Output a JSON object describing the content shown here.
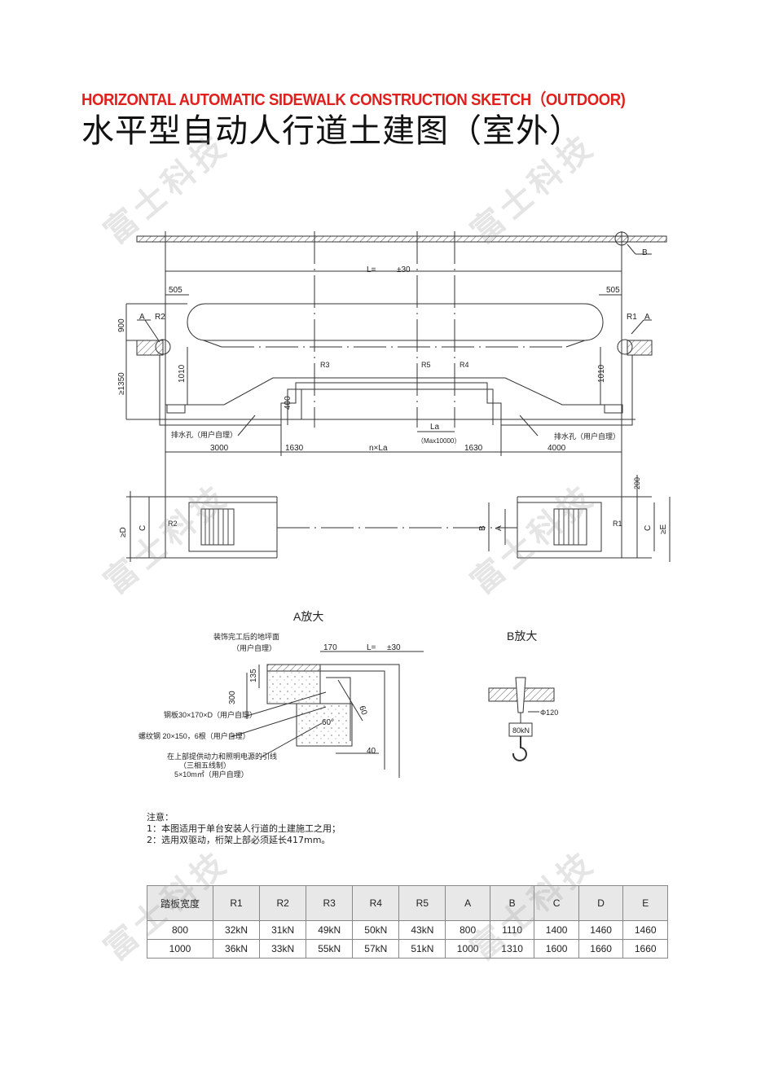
{
  "title_en": "HORIZONTAL AUTOMATIC SIDEWALK  CONSTRUCTION SKETCH（OUTDOOR)",
  "title_cn": "水平型自动人行道土建图（室外）",
  "watermark": "富士科技",
  "elevation": {
    "L": "L=",
    "tol": "±30",
    "d505_left": "505",
    "d505_right": "505",
    "h900": "900",
    "h1350": "≥1350",
    "h1010_left": "1010",
    "h1010_right": "1010",
    "h400": "400",
    "R1": "R1",
    "R2": "R2",
    "R3": "R3",
    "R4": "R4",
    "R5": "R5",
    "A_left": "A",
    "A_right": "A",
    "B": "B",
    "drain_left": "排水孔（用户自理）",
    "drain_right": "排水孔（用户自理）",
    "La": "La",
    "La_max": "（Max10000）",
    "d3000": "3000",
    "d1630a": "1630",
    "nLa": "n×La",
    "d1630b": "1630",
    "d4000": "4000"
  },
  "plan": {
    "D": "≥D",
    "C_left": "C",
    "R2": "R2",
    "B": "B",
    "A": "A",
    "R1": "R1",
    "C_right": "C",
    "E": "≥E",
    "d200": "200"
  },
  "detail_a": {
    "title": "A放大",
    "floor_note": "装饰完工后的地坪面",
    "floor_note2": "（用户自理）",
    "d170": "170",
    "L": "L=",
    "tol": "±30",
    "d135": "135",
    "d300": "300",
    "d60": "60",
    "angle": "60°",
    "d40": "40",
    "plate": "钢板30×170×D（用户自理）",
    "rebar": "螺纹钢 20×150，6根（用户自理）",
    "cable1": "在上部提供动力和照明电源的引线",
    "cable2": "（三相五线制）",
    "cable3": "5×10m㎡（用户自理）"
  },
  "detail_b": {
    "title": "B放大",
    "phi": "Φ120",
    "load": "80kN"
  },
  "notes": {
    "heading": "注意：",
    "items": [
      "1：本图适用于单台安装人行道的土建施工之用；",
      "2：选用双驱动，桁架上部必须延长417mm。"
    ]
  },
  "table": {
    "headers": [
      "踏板宽度",
      "R1",
      "R2",
      "R3",
      "R4",
      "R5",
      "A",
      "B",
      "C",
      "D",
      "E"
    ],
    "rows": [
      [
        "800",
        "32kN",
        "31kN",
        "49kN",
        "50kN",
        "43kN",
        "800",
        "1110",
        "1400",
        "1460",
        "1460"
      ],
      [
        "1000",
        "36kN",
        "33kN",
        "55kN",
        "57kN",
        "51kN",
        "1000",
        "1310",
        "1600",
        "1660",
        "1660"
      ]
    ]
  }
}
